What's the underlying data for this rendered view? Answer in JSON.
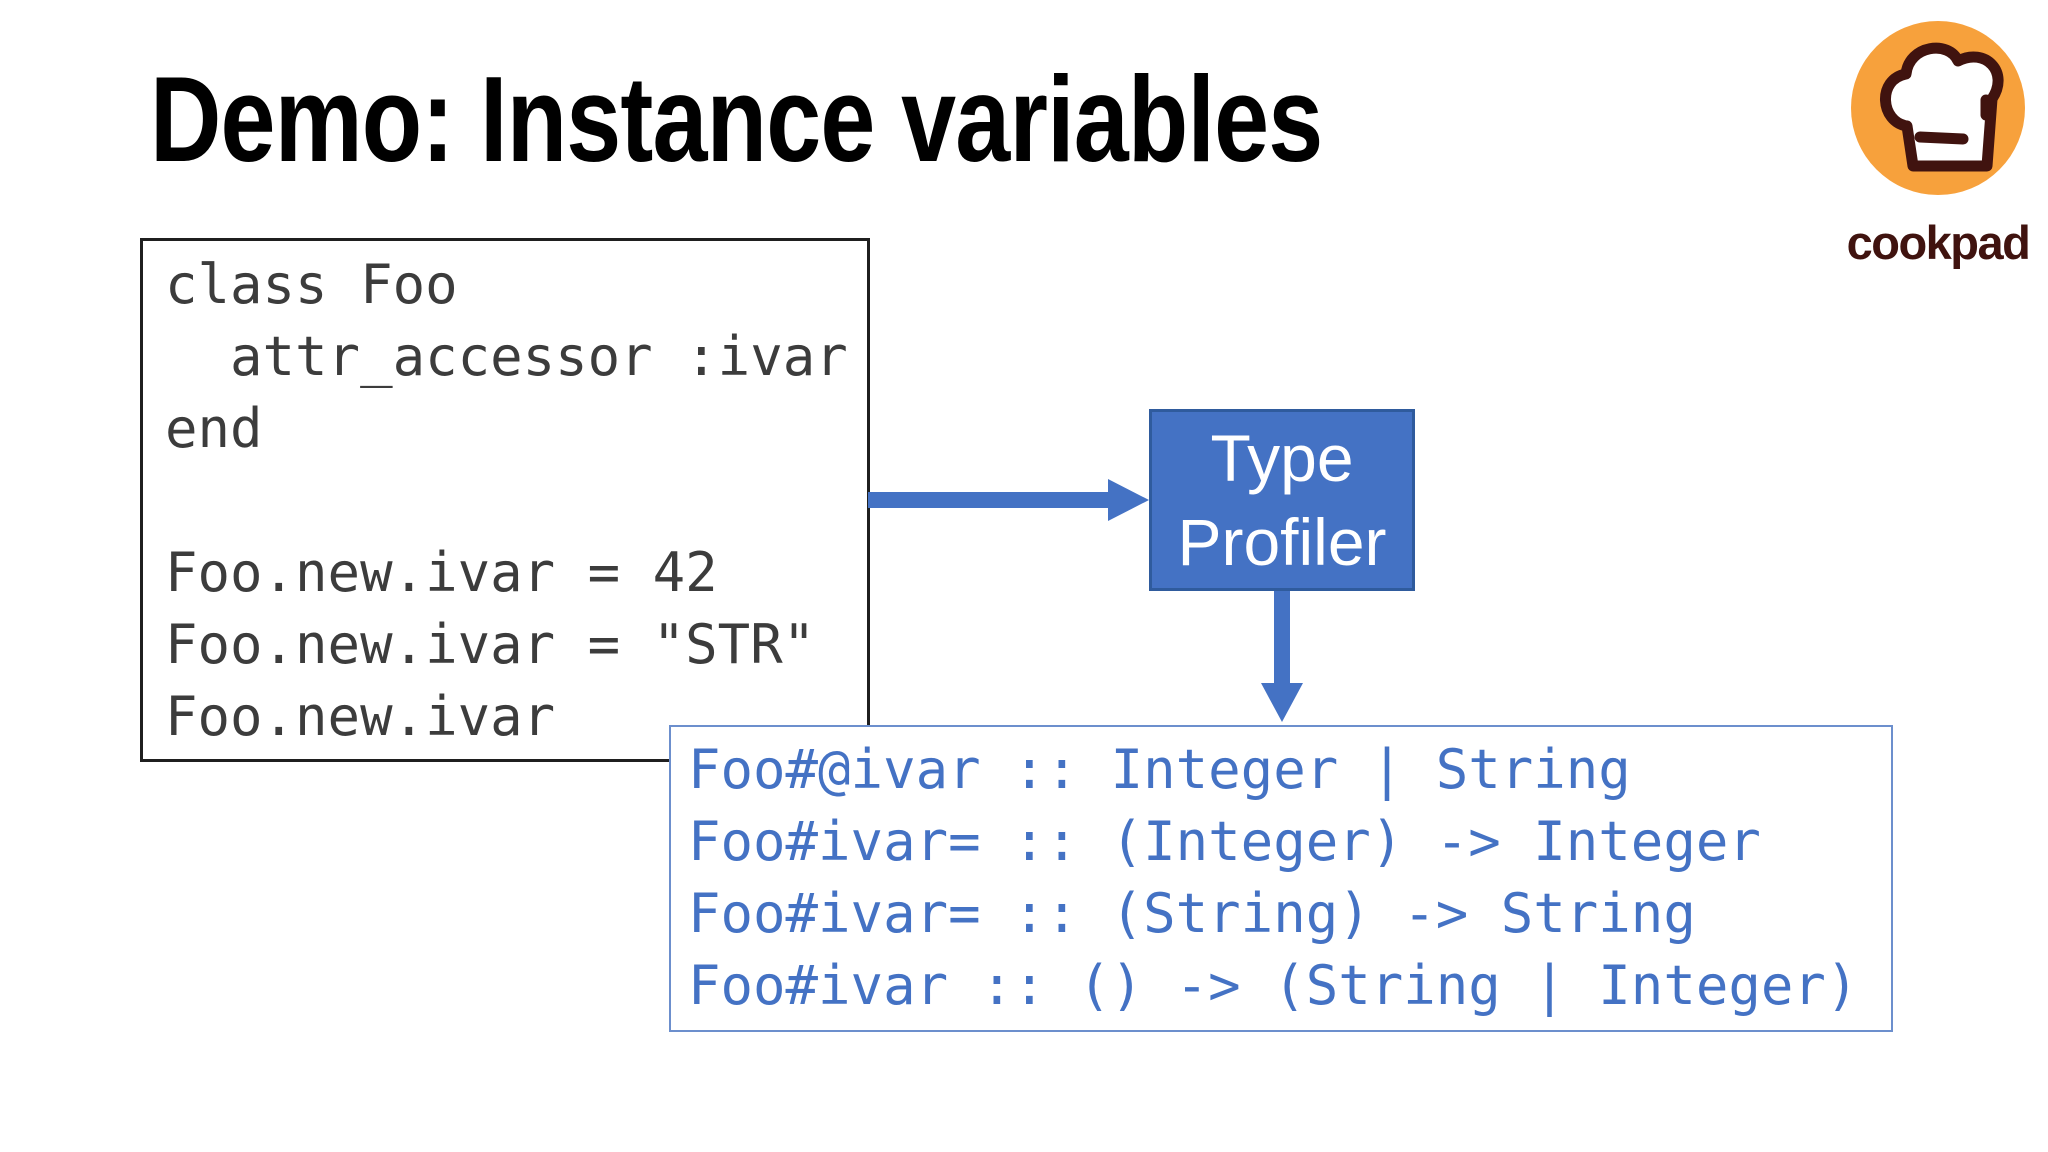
{
  "slide": {
    "title": "Demo: Instance variables"
  },
  "logo": {
    "brand": "cookpad",
    "icon": "chef-hat-icon"
  },
  "code_box": {
    "language": "ruby",
    "lines": [
      "class Foo",
      "  attr_accessor :ivar",
      "end",
      "",
      "Foo.new.ivar = 42",
      "Foo.new.ivar = \"STR\"",
      "Foo.new.ivar"
    ]
  },
  "flow": {
    "arrow_right": "arrow-right-icon",
    "arrow_down": "arrow-down-icon",
    "processor": {
      "lines": [
        "Type",
        "Profiler"
      ]
    }
  },
  "output_box": {
    "lines": [
      "Foo#@ivar :: Integer | String",
      "Foo#ivar= :: (Integer) -> Integer",
      "Foo#ivar= :: (String) -> String",
      "Foo#ivar :: () -> (String | Integer)"
    ]
  },
  "colors": {
    "accent_blue": "#4472C4",
    "type_box_border": "#2F5B9D",
    "output_border": "#6C8FCD",
    "output_text": "#4472C4",
    "code_text": "#3C3C3C",
    "box_border": "#1F1F1F",
    "title_color": "#000000",
    "logo_orange": "#F7A13C",
    "logo_maroon": "#40130F"
  }
}
